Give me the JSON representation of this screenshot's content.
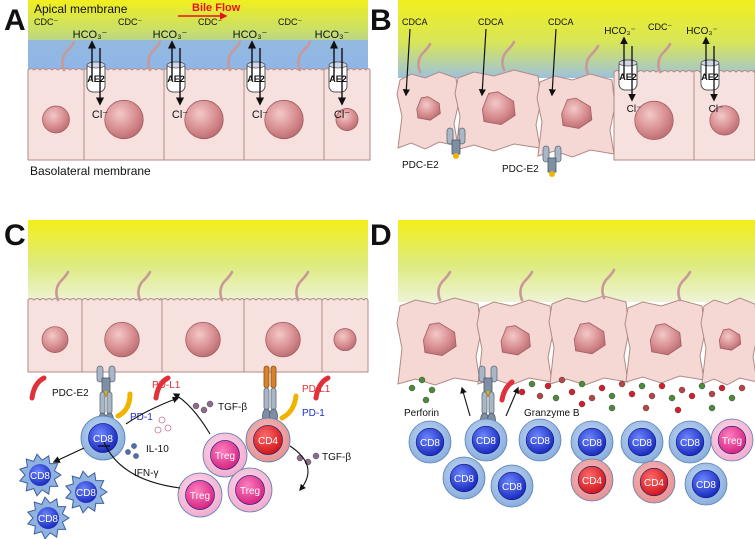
{
  "panels": [
    {
      "letter": "A"
    },
    {
      "letter": "B"
    },
    {
      "letter": "C"
    },
    {
      "letter": "D"
    }
  ],
  "panel_a": {
    "apical_label": "Apical membrane",
    "basolateral_label": "Basolateral membrane",
    "bile_flow_label": "Bile Flow",
    "cdc": "CDC⁻",
    "hco3": "HCO₃⁻",
    "cl": "Cl⁻",
    "ae2": "AE2"
  },
  "panel_b": {
    "cdca": "CDCA",
    "cdc": "CDC⁻",
    "hco3": "HCO₃⁻",
    "cl": "Cl⁻",
    "ae2": "AE2",
    "pdc": "PDC-E2"
  },
  "panel_c": {
    "pdc": "PDC-E2",
    "pd1": "PD-1",
    "pdl1": "PD-L1",
    "cd8": "CD8",
    "cd4": "CD4",
    "treg": "Treg",
    "tgfb": "TGF-β",
    "il10": "IL-10",
    "ifng": "IFN-γ"
  },
  "panel_d": {
    "perforin": "Perforin",
    "granzyme": "Granzyme B",
    "cd8": "CD8",
    "cd4": "CD4",
    "treg": "Treg"
  },
  "colors": {
    "bile_yellow": "#f2ef1e",
    "lumen_blue": "#8fb6e8",
    "cell_fill": "#f7e1de",
    "cell_stroke": "#b08a86",
    "nucleus": "#c97b80",
    "cd8_core": "#1d2fcf",
    "cd8_ring": "#8fb2e0",
    "cd4_core": "#e3181c",
    "treg_core": "#e0388f",
    "treg_ring": "#f4b7d6",
    "bile_flow_red": "#e8141c"
  }
}
